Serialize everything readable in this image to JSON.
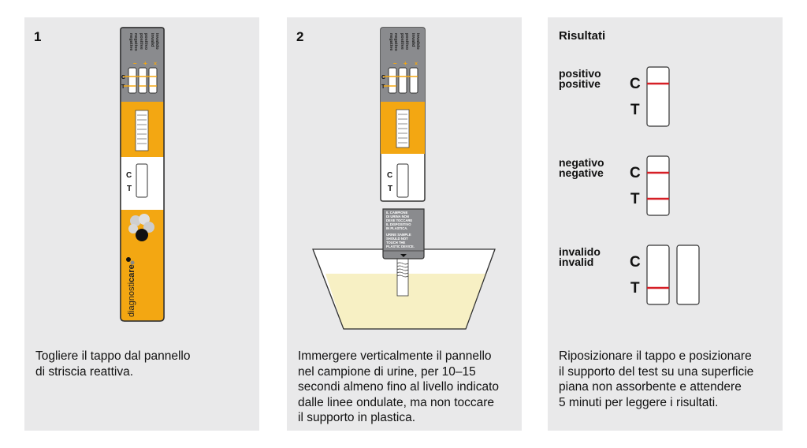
{
  "steps": [
    {
      "number": "1",
      "caption_lines": [
        "Togliere il tappo dal pannello",
        "di striscia reattiva."
      ]
    },
    {
      "number": "2",
      "caption_lines": [
        "Immergere verticalmente il pannello",
        "nel campione di urine, per 10–15",
        "secondi almeno fino al livello indicato",
        "dalle linee ondulate, ma non toccare",
        "il supporto in plastica."
      ]
    }
  ],
  "results": {
    "title": "Risultati",
    "items": [
      {
        "label_it": "positivo",
        "label_en": "positive"
      },
      {
        "label_it": "negativo",
        "label_en": "negative"
      },
      {
        "label_it": "invalido",
        "label_en": "invalid"
      }
    ],
    "caption_lines": [
      "Riposizionare il tappo e posizionare",
      "il supporto del test su una superficie",
      "piana non assorbente e attendere",
      "5 minuti per leggere i risultati."
    ]
  },
  "device": {
    "legend": [
      "negativo negative",
      "positivo positive",
      "invalido invalid"
    ],
    "legend_symbols": [
      "–",
      "+",
      "×"
    ],
    "c_label": "C",
    "t_label": "T",
    "brand": "diagnosticare",
    "warning_it": [
      "IL CAMPIONE",
      "DI URINA NON",
      "DEVE TOCCARE",
      "IL DISPOSITIVO",
      "IN PLASTICA."
    ],
    "warning_en": [
      "URINE SAMPLE",
      "SHOULD NOT",
      "TOUCH THE",
      "PLASTIC DEVICE."
    ]
  },
  "colors": {
    "panel_bg": "#e9e9ea",
    "device_grey": "#8a8b8e",
    "device_orange": "#f3a712",
    "result_line_red": "#d61f26",
    "urine": "#f7f0c4"
  }
}
